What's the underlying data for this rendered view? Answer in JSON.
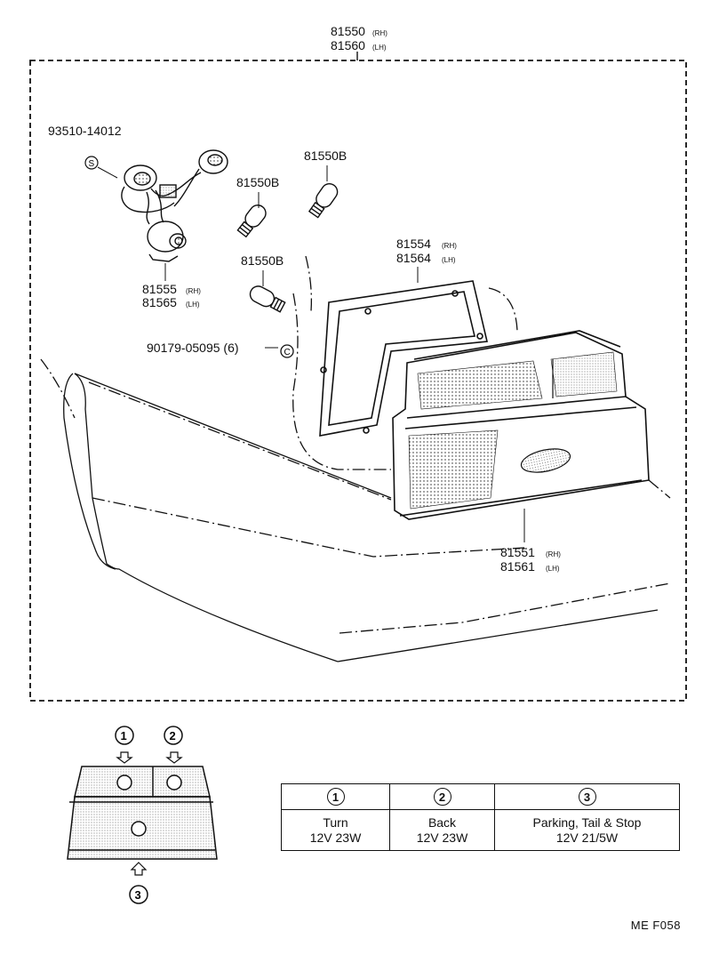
{
  "assembly": {
    "part_number_rh": "81550",
    "side_rh": "(RH)",
    "part_number_lh": "81560",
    "side_lh": "(LH)"
  },
  "parts": {
    "screw": {
      "number": "93510-14012",
      "symbol": "S"
    },
    "socket_rh": {
      "number": "81555",
      "side": "(RH)"
    },
    "socket_lh": {
      "number": "81565",
      "side": "(LH)"
    },
    "bulb_1": {
      "number": "81550B"
    },
    "bulb_2": {
      "number": "81550B"
    },
    "bulb_3": {
      "number": "81550B"
    },
    "clip": {
      "number": "90179-05095 (6)",
      "symbol": "C"
    },
    "gasket_rh": {
      "number": "81554",
      "side": "(RH)"
    },
    "gasket_lh": {
      "number": "81564",
      "side": "(LH)"
    },
    "lens_rh": {
      "number": "81551",
      "side": "(RH)"
    },
    "lens_lh": {
      "number": "81561",
      "side": "(LH)"
    }
  },
  "position_markers": {
    "m1": "1",
    "m2": "2",
    "m3": "3"
  },
  "legend": {
    "headers": [
      "1",
      "2",
      "3"
    ],
    "rows": [
      {
        "function": "Turn",
        "rating": "12V 23W"
      },
      {
        "function": "Back",
        "rating": "12V 23W"
      },
      {
        "function": "Parking, Tail & Stop",
        "rating": "12V 21/5W"
      }
    ]
  },
  "diagram_code": "ME F058"
}
